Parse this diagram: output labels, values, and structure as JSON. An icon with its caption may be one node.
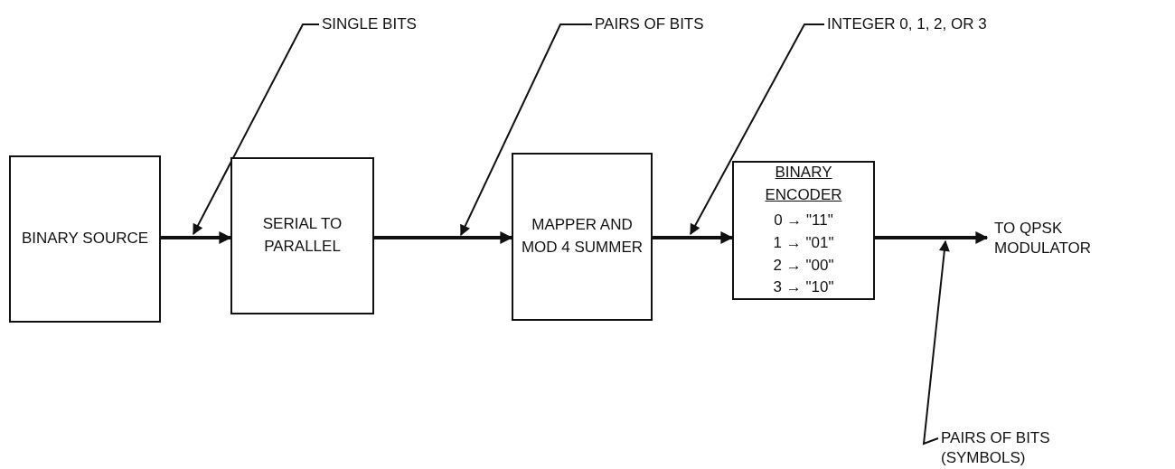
{
  "diagram": {
    "nodes": [
      {
        "text": [
          "BINARY SOURCE"
        ]
      },
      {
        "text": [
          "SERIAL TO PARALLEL"
        ]
      },
      {
        "text": [
          "MAPPER AND MOD 4 SUMMER"
        ]
      },
      {
        "text": [
          "BINARY ENCODER",
          "0 → \"11\"",
          "1 → \"01\"",
          "2 → \"00\"",
          "3 → \"10\""
        ]
      },
      {
        "text": [
          "TO QPSK MODULATOR"
        ]
      },
      {
        "text": [
          "SINGLE BITS"
        ]
      },
      {
        "text": [
          "PAIRS OF BITS"
        ]
      },
      {
        "text": [
          "INTEGER 0, 1, 2, OR 3"
        ]
      },
      {
        "text": [
          "PAIRS OF BITS (SYMBOLS)"
        ]
      }
    ],
    "edges": [
      {
        "from": 0,
        "to": 1,
        "arrow": "to",
        "style": "thick"
      },
      {
        "from": 1,
        "to": 2,
        "arrow": "to",
        "style": "thick"
      },
      {
        "from": 2,
        "to": 3,
        "arrow": "to",
        "style": "thick"
      },
      {
        "from": 3,
        "to": 4,
        "arrow": "to",
        "style": "thick"
      },
      {
        "from": 5,
        "to": null,
        "arrow": "to"
      },
      {
        "from": 6,
        "to": null,
        "arrow": "to"
      },
      {
        "from": 7,
        "to": null,
        "arrow": "to"
      },
      {
        "from": 8,
        "to": null,
        "arrow": "to"
      }
    ]
  }
}
